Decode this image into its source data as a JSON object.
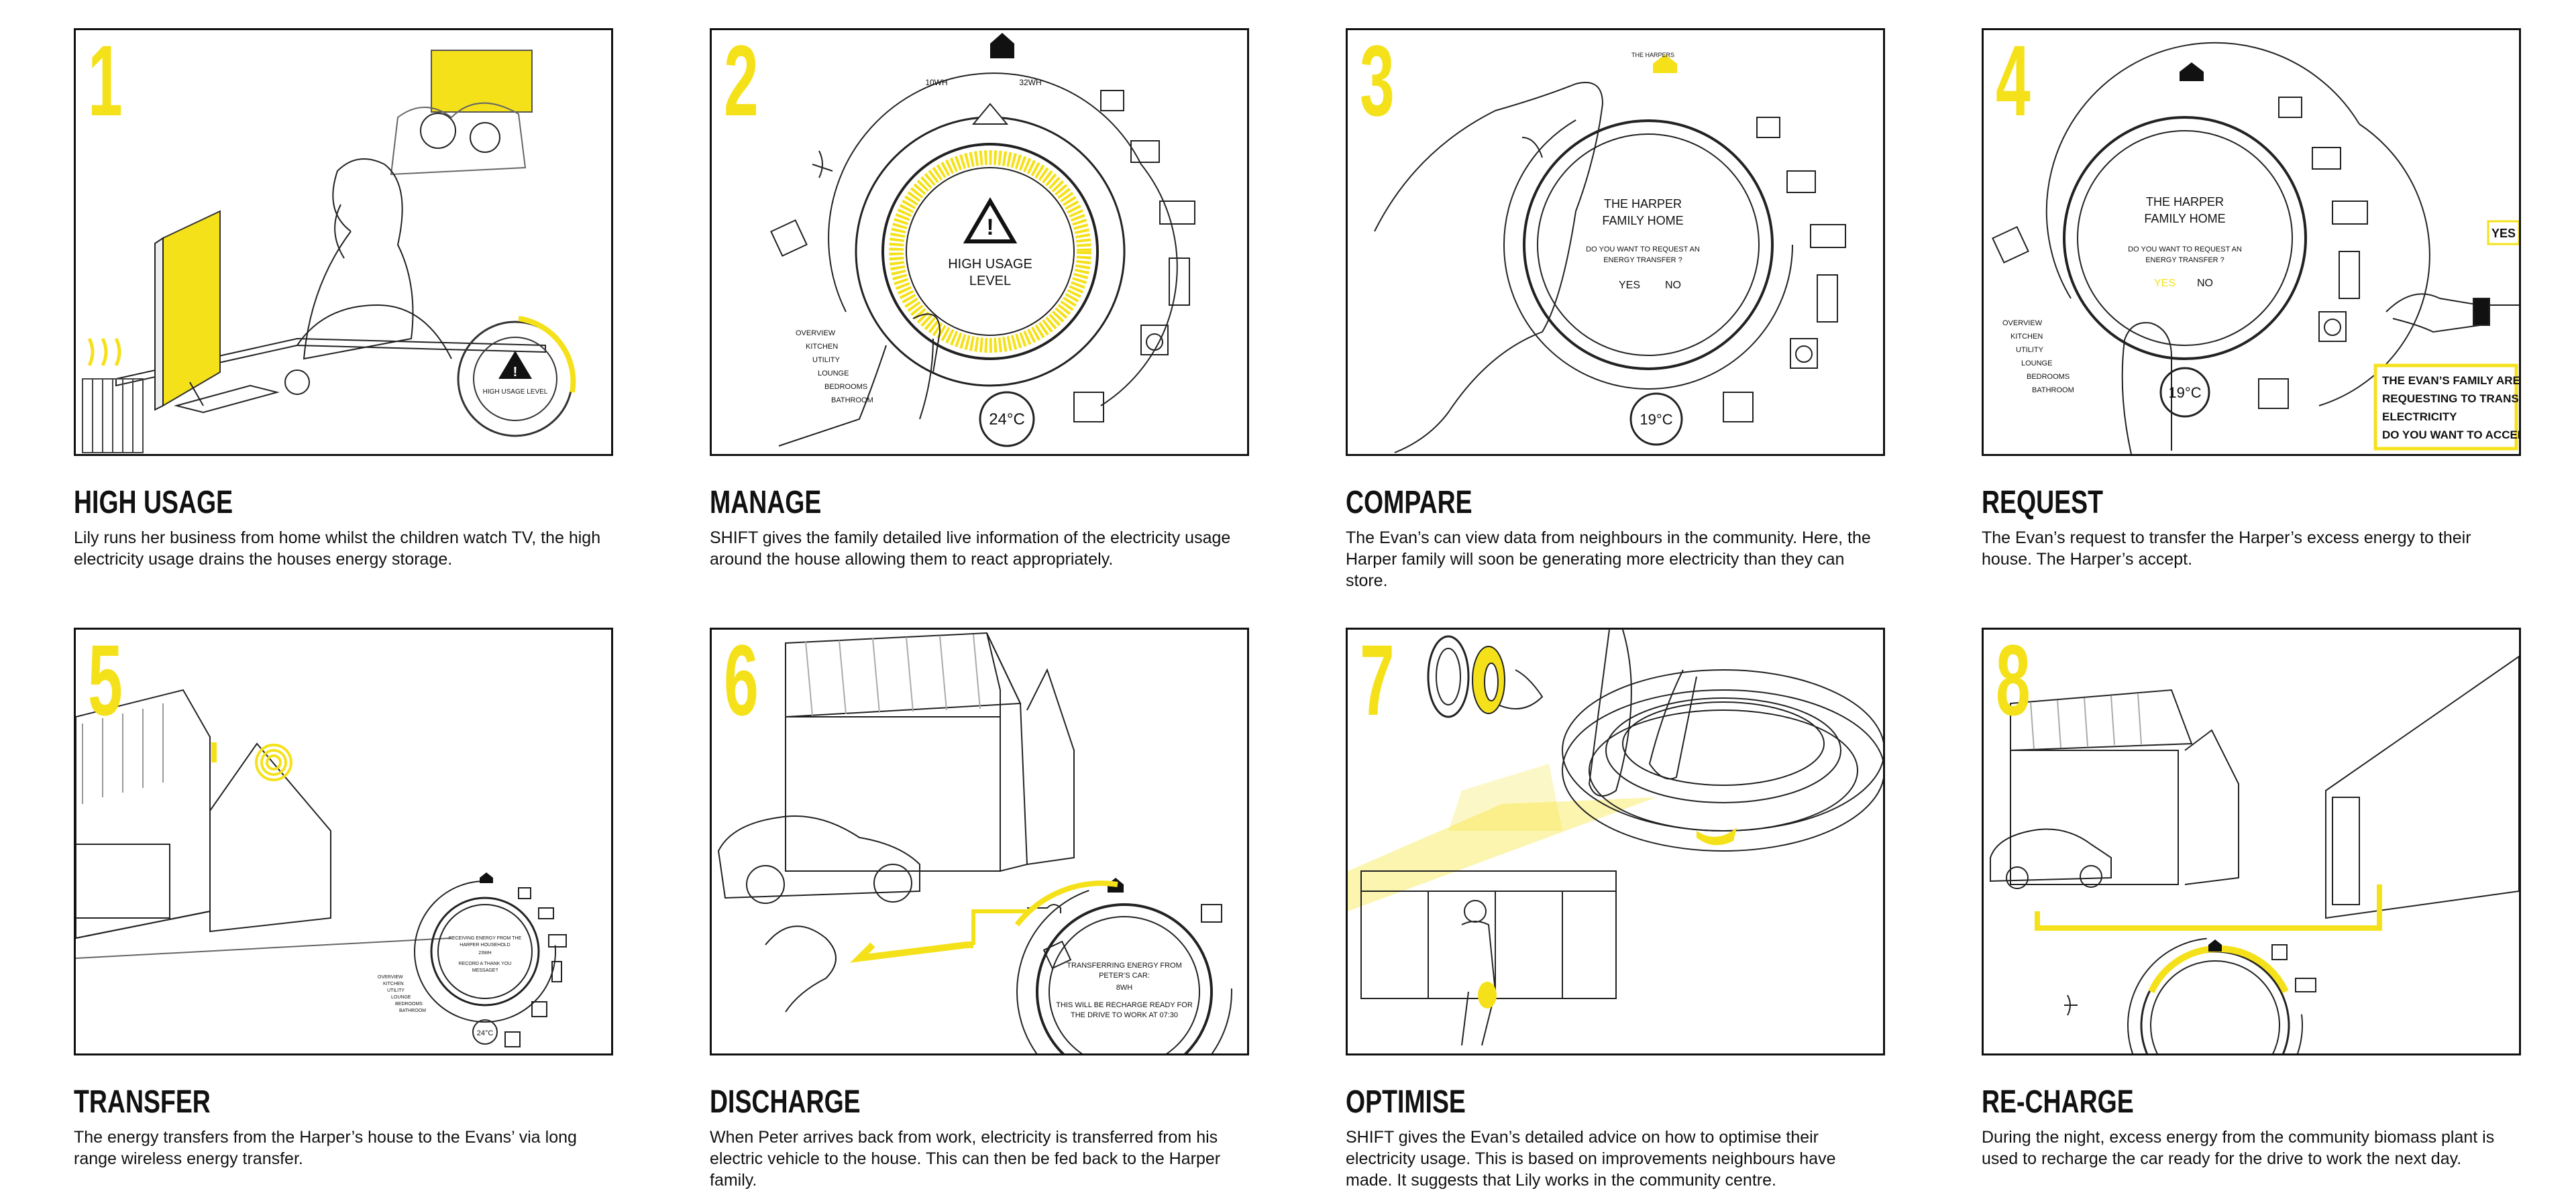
{
  "colors": {
    "accent": "#f5e11a",
    "line": "#111111",
    "background": "#ffffff"
  },
  "panels": [
    {
      "number": "1",
      "title": "HIGH USAGE",
      "text": "Lily runs her business from home whilst the children watch TV, the high electricity usage drains the houses energy storage.",
      "ui": {
        "alert": "HIGH USAGE LEVEL"
      }
    },
    {
      "number": "2",
      "title": "MANAGE",
      "text": "SHIFT gives the family detailed live information of the electricity usage around the house allowing them to react appropriately.",
      "ui": {
        "alert_line1": "HIGH USAGE",
        "alert_line2": "LEVEL",
        "temp": "24°C",
        "left_scale": "10WH",
        "right_scale": "32WH",
        "menu": [
          "OVERVIEW",
          "KITCHEN",
          "UTILITY",
          "LOUNGE",
          "BEDROOMS",
          "BATHROOM"
        ]
      }
    },
    {
      "number": "3",
      "title": "COMPARE",
      "text": "The Evan’s can view data from neighbours in the community. Here, the Harper family will soon be generating more electricity than they can store.",
      "ui": {
        "home_line1": "THE HARPER",
        "home_line2": "FAMILY HOME",
        "question_line1": "DO YOU WANT TO REQUEST AN",
        "question_line2": "ENERGY TRANSFER ?",
        "yes": "YES",
        "no": "NO",
        "temp": "19°C",
        "neighbour": "THE HARPERS"
      }
    },
    {
      "number": "4",
      "title": "REQUEST",
      "text": "The Evan’s request to transfer the Harper’s excess energy to their house. The Harper’s accept.",
      "ui": {
        "home_line1": "THE HARPER",
        "home_line2": "FAMILY HOME",
        "question_line1": "DO YOU WANT TO REQUEST AN",
        "question_line2": "ENERGY TRANSFER ?",
        "yes": "YES",
        "no": "NO",
        "temp": "19°C",
        "tag_yes": "YES",
        "notice": [
          "THE EVAN’S FAMILY ARE",
          "REQUESTING TO TRANSFER",
          "ELECTRICITY",
          "DO YOU WANT TO ACCEPT?"
        ],
        "menu": [
          "OVERVIEW",
          "KITCHEN",
          "UTILITY",
          "LOUNGE",
          "BEDROOMS",
          "BATHROOM"
        ]
      }
    },
    {
      "number": "5",
      "title": "TRANSFER",
      "text": "The energy transfers from the Harper’s house to the Evans’ via long range wireless energy transfer.",
      "ui": {
        "msg_line1": "RECEIVING ENERGY FROM THE",
        "msg_line2": "HARPER HOUSEHOLD",
        "msg_line3": "23WH",
        "msg_line4": "RECORD A THANK YOU",
        "msg_line5": "MESSAGE?",
        "temp": "24°C",
        "menu": [
          "OVERVIEW",
          "KITCHEN",
          "UTILITY",
          "LOUNGE",
          "BEDROOMS",
          "BATHROOM"
        ]
      }
    },
    {
      "number": "6",
      "title": "DISCHARGE",
      "text": "When Peter arrives back from work, electricity is transferred from his electric vehicle to the house. This can then be fed back to the Harper family.",
      "ui": {
        "msg_line1": "TRANSFERRING ENERGY FROM",
        "msg_line2": "PETER’S CAR:",
        "msg_line3": "8WH",
        "msg_line4": "THIS WILL BE RECHARGE READY FOR",
        "msg_line5": "THE DRIVE TO WORK AT 07:30"
      }
    },
    {
      "number": "7",
      "title": "OPTIMISE",
      "text": "SHIFT gives the Evan’s detailed advice on how to optimise their electricity usage. This is based on improvements neighbours have made. It suggests that Lily works in the community centre.",
      "ui": {}
    },
    {
      "number": "8",
      "title": "RE-CHARGE",
      "text": "During the night, excess energy from the community biomass plant is used to recharge the car ready for the drive to work the next day.",
      "ui": {}
    }
  ]
}
